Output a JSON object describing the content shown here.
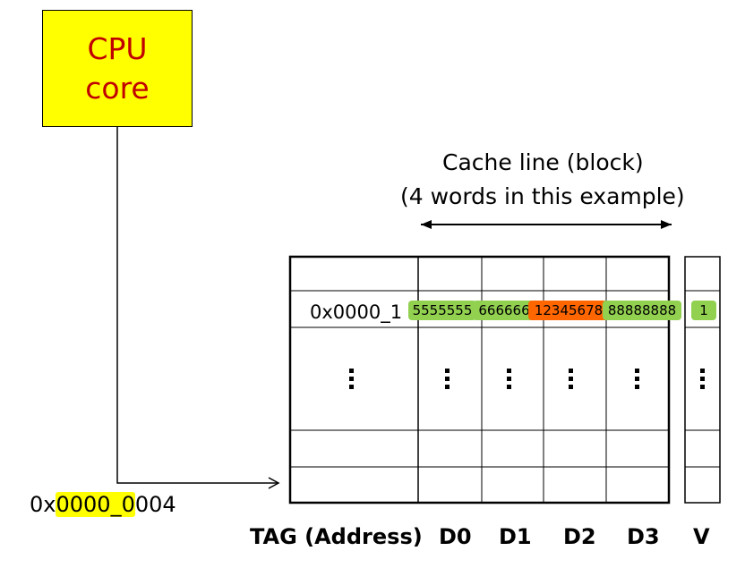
{
  "cpu": {
    "line1": "CPU",
    "line2": "core"
  },
  "cache_line_caption": {
    "line1": "Cache line (block)",
    "line2": "(4 words in this example)"
  },
  "address": {
    "prefix": "0x",
    "highlighted": "0000_0",
    "suffix": "004"
  },
  "row": {
    "tag": "0x0000_1",
    "d0": "5555555",
    "d1": "666666",
    "d2": "12345678",
    "d3": "88888888",
    "v": "1"
  },
  "headers": {
    "tag": "TAG (Address)",
    "d0": "D0",
    "d1": "D1",
    "d2": "D2",
    "d3": "D3",
    "v": "V"
  },
  "colors": {
    "cpu_box": "#ffff00",
    "cpu_text": "#c00000",
    "hit_word": "#92d050",
    "accessed_word": "#ff6600",
    "address_highlight": "#ffff00"
  }
}
